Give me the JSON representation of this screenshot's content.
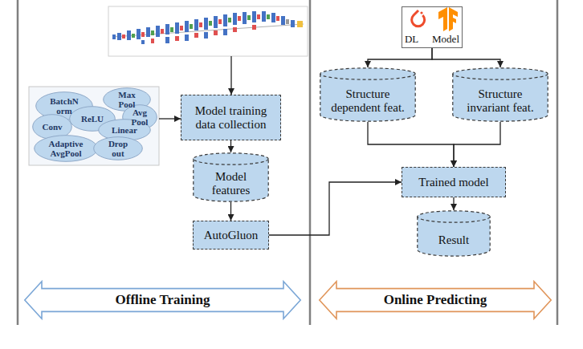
{
  "diagram": {
    "nodes": [
      {
        "text": [
          "BatchN orm"
        ]
      },
      {
        "text": [
          "Max Pool"
        ]
      },
      {
        "text": [
          "Avg Pool"
        ]
      },
      {
        "text": [
          "Conv"
        ]
      },
      {
        "text": [
          "ReLU"
        ]
      },
      {
        "text": [
          "Linear"
        ]
      },
      {
        "text": [
          "Adaptive AvgPool"
        ]
      },
      {
        "text": [
          "Drop out"
        ]
      },
      {
        "text": [
          "Model training data collection"
        ]
      },
      {
        "text": [
          "Model features"
        ]
      },
      {
        "text": [
          "AutoGluon"
        ]
      },
      {
        "text": [
          "DL Model"
        ]
      },
      {
        "text": [
          "Structure dependent feat."
        ]
      },
      {
        "text": [
          "Structure invariant feat."
        ]
      },
      {
        "text": [
          "Trained model"
        ]
      },
      {
        "text": [
          "Result"
        ]
      },
      {
        "text": [
          "Offline Training"
        ]
      },
      {
        "text": [
          "Online Predicting"
        ]
      }
    ],
    "edges": [
      {
        "from": 8,
        "to": 9,
        "arrow": "to"
      },
      {
        "from": 9,
        "to": 10,
        "arrow": "to"
      },
      {
        "from": 10,
        "to": 14,
        "arrow": "to"
      },
      {
        "from": 11,
        "to": 12,
        "arrow": "to"
      },
      {
        "from": 11,
        "to": 13,
        "arrow": "to"
      },
      {
        "from": 12,
        "to": 14,
        "arrow": "to"
      },
      {
        "from": 13,
        "to": 14,
        "arrow": "to"
      },
      {
        "from": 14,
        "to": 15,
        "arrow": "to"
      }
    ]
  }
}
